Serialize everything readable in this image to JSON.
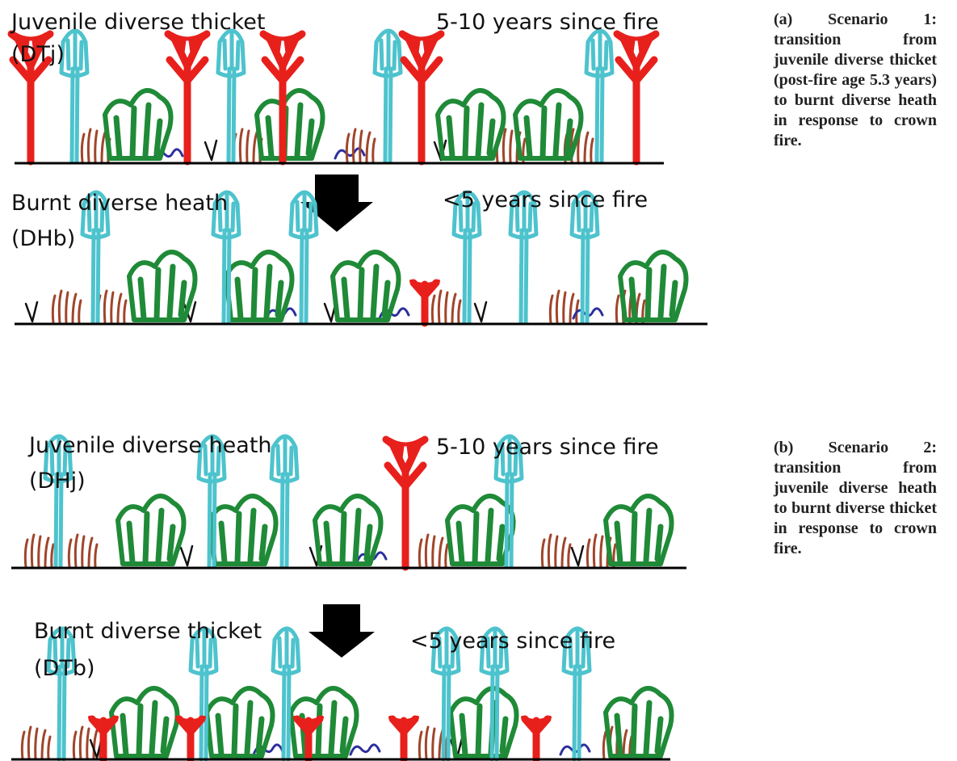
{
  "colors": {
    "ground": "#000000",
    "red_plant": "#e8201c",
    "cyan_plant": "#4dc3cd",
    "green_plant": "#1f8a37",
    "brown_grass": "#a0452a",
    "blue_creeper": "#2b2f9e",
    "arrow": "#000000"
  },
  "scenario_a": {
    "before": {
      "name": "Juvenile diverse thicket",
      "code": "(DTj)",
      "age": "5-10 years since fire"
    },
    "after": {
      "name": "Burnt diverse heath",
      "code": "(DHb)",
      "age": "<5 years since fire"
    },
    "caption": "(a) Scenario 1: transition from juvenile diverse thicket (post-fire age 5.3 years) to burnt diverse heath in response to crown fire."
  },
  "scenario_b": {
    "before": {
      "name": "Juvenile diverse heath",
      "code": "(DHj)",
      "age": "5-10 years since fire"
    },
    "after": {
      "name": "Burnt diverse thicket",
      "code": "(DTb)",
      "age": "<5 years since fire"
    },
    "caption": "(b) Scenario 2: transition from juvenile diverse heath to burnt diverse thicket in response to crown fire."
  }
}
